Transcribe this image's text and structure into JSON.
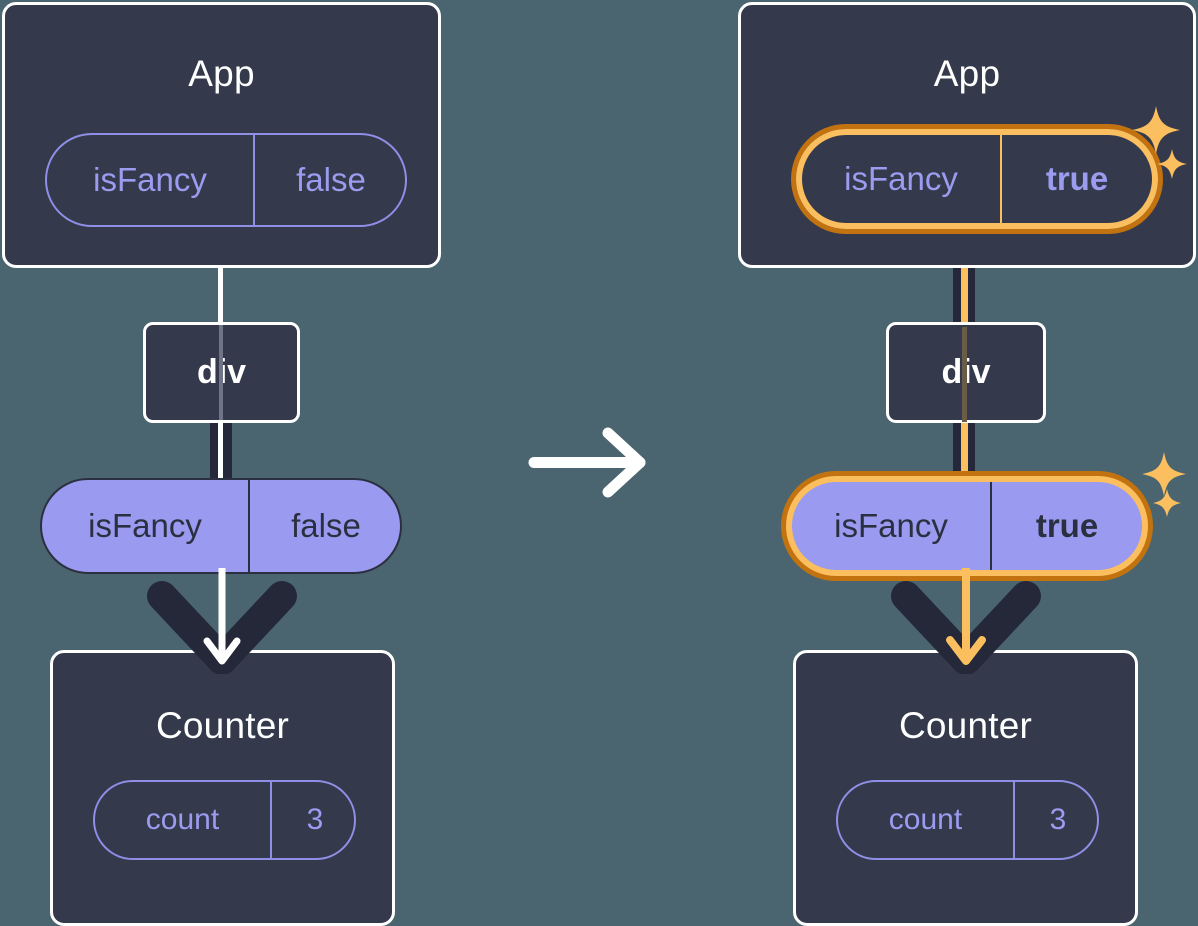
{
  "background_color": "#4a656f",
  "theme": {
    "panel_fill": "#343a4b",
    "panel_border": "#ffffff",
    "pill_purple": "#9a9af0",
    "pill_outline": "#8f8fe8",
    "text_dark": "#2b3040",
    "highlight_light": "#fbbf60",
    "highlight_dark": "#c2720f",
    "wire_dark": "#242838"
  },
  "diagram": {
    "type": "react-state-propagation",
    "transition_icon": "arrow-right-icon",
    "panels": [
      {
        "id": "before",
        "app": {
          "title": "App",
          "pill": {
            "key": "isFancy",
            "value": "false",
            "style": "ghost",
            "highlighted": false,
            "bold_value": false
          }
        },
        "div": {
          "label": "div"
        },
        "prop_pill": {
          "key": "isFancy",
          "value": "false",
          "style": "solid",
          "highlighted": false,
          "bold_value": false
        },
        "counter": {
          "title": "Counter",
          "pill": {
            "key": "count",
            "value": "3",
            "style": "ghost",
            "highlighted": false,
            "bold_value": false
          }
        },
        "arrow_color": "#ffffff",
        "wire_color": "#ffffff",
        "sparkles": false
      },
      {
        "id": "after",
        "app": {
          "title": "App",
          "pill": {
            "key": "isFancy",
            "value": "true",
            "style": "ghost",
            "highlighted": true,
            "bold_value": true
          }
        },
        "div": {
          "label": "div"
        },
        "prop_pill": {
          "key": "isFancy",
          "value": "true",
          "style": "solid",
          "highlighted": true,
          "bold_value": true
        },
        "counter": {
          "title": "Counter",
          "pill": {
            "key": "count",
            "value": "3",
            "style": "ghost",
            "highlighted": false,
            "bold_value": false
          }
        },
        "arrow_color": "#fbbf60",
        "wire_color": "#fbbf60",
        "sparkles": true
      }
    ]
  }
}
